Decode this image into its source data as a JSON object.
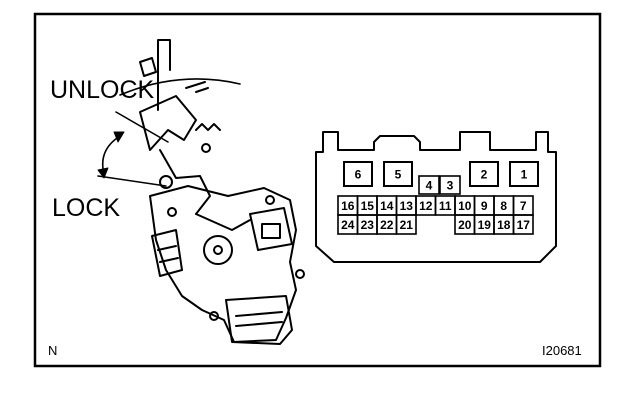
{
  "labels": {
    "unlock": "UNLOCK",
    "lock": "LOCK",
    "corner_letter": "N",
    "figure_code": "I20681"
  },
  "connector": {
    "top_row": [
      {
        "pin": "6",
        "cell": 0
      },
      {
        "pin": "5",
        "cell": 1
      },
      {
        "pin": "2",
        "cell": 2
      },
      {
        "pin": "1",
        "cell": 3
      }
    ],
    "middle_pair": [
      "4",
      "3"
    ],
    "row2": [
      "16",
      "15",
      "14",
      "13",
      "12",
      "11",
      "10",
      "9",
      "8",
      "7"
    ],
    "row3_left": [
      "24",
      "23",
      "22",
      "21"
    ],
    "row3_right": [
      "20",
      "19",
      "18",
      "17"
    ]
  }
}
